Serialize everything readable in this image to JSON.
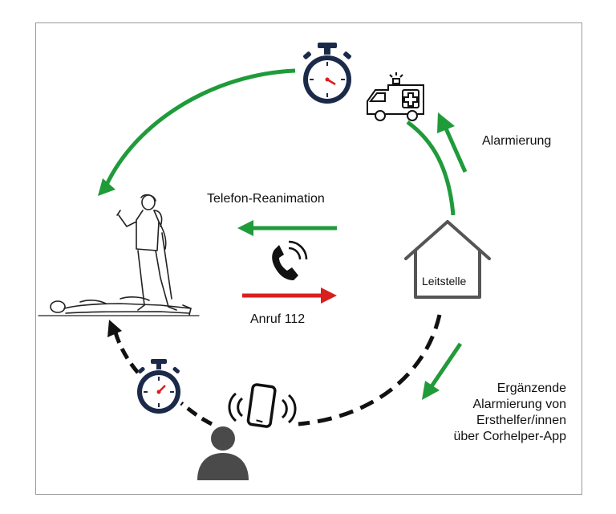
{
  "labels": {
    "telefon_reanimation": "Telefon-Reanimation",
    "anruf": "Anruf 112",
    "alarmierung": "Alarmierung",
    "leitstelle": "Leitstelle",
    "ergaenzende": [
      "Ergänzende",
      "Alarmierung von",
      "Ersthelfer/innen",
      "über Corhelper-App"
    ]
  },
  "colors": {
    "green": "#1f9b3a",
    "red": "#d7201f",
    "black": "#111111",
    "timer_body": "#1c2a4a",
    "timer_hand": "#d7201f",
    "person_gray": "#4a4a4a",
    "frame": "#9a9a9a"
  },
  "icons": [
    "stopwatch-icon",
    "ambulance-icon",
    "phone-icon",
    "smartphone-icon",
    "person-icon",
    "house-icon",
    "cpr-scene-illustration"
  ]
}
